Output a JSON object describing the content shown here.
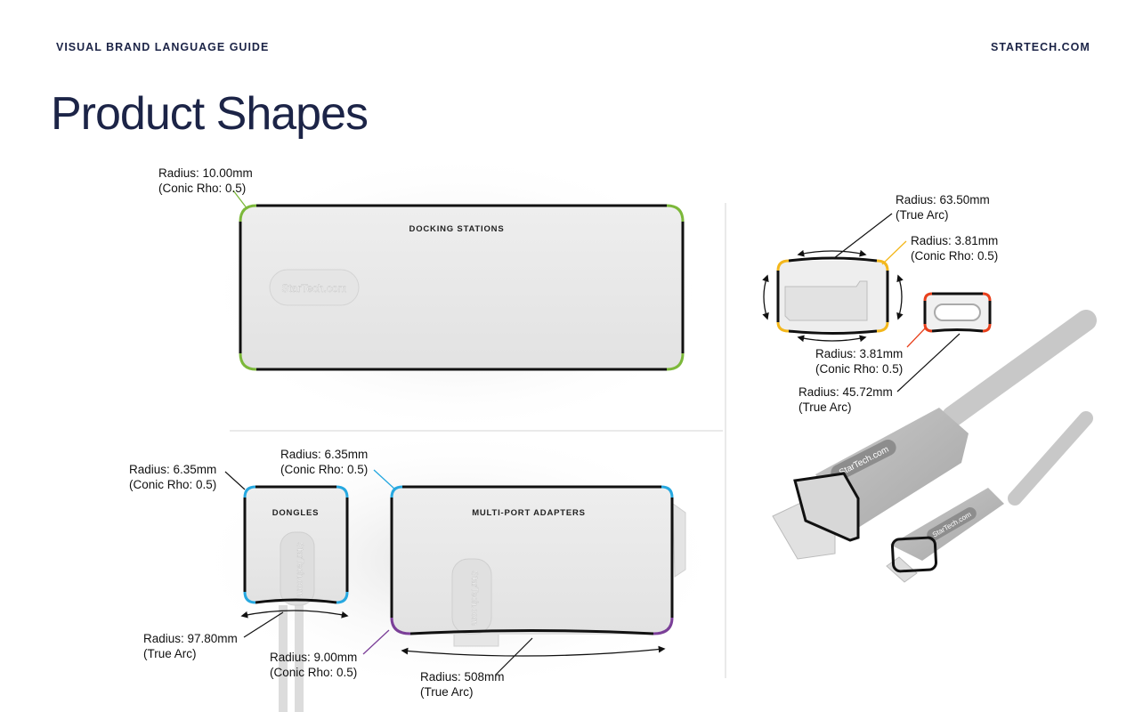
{
  "header": {
    "left": "VISUAL BRAND LANGUAGE GUIDE",
    "right": "STARTECH.COM"
  },
  "page_title": "Product Shapes",
  "categories": {
    "docking": "DOCKING STATIONS",
    "dongles": "DONGLES",
    "multiport": "MULTI-PORT ADAPTERS"
  },
  "brand_logo": "StarTech.com",
  "callouts": {
    "dock_corner": {
      "line1": "Radius: 10.00mm",
      "line2": "(Conic Rho: 0.5)"
    },
    "dongle_corner": {
      "line1": "Radius: 6.35mm",
      "line2": "(Conic Rho: 0.5)"
    },
    "dongle_bottom": {
      "line1": "Radius: 97.80mm",
      "line2": "(True Arc)"
    },
    "mpa_corner": {
      "line1": "Radius: 6.35mm",
      "line2": "(Conic Rho: 0.5)"
    },
    "mpa_bottom_corner": {
      "line1": "Radius: 9.00mm",
      "line2": "(Conic Rho: 0.5)"
    },
    "mpa_bottom": {
      "line1": "Radius: 508mm",
      "line2": "(True Arc)"
    },
    "cable_top": {
      "line1": "Radius: 63.50mm",
      "line2": "(True Arc)"
    },
    "cable_corner": {
      "line1": "Radius: 3.81mm",
      "line2": "(Conic Rho: 0.5)"
    },
    "usbc_corner": {
      "line1": "Radius: 3.81mm",
      "line2": "(Conic Rho: 0.5)"
    },
    "usbc_bottom": {
      "line1": "Radius: 45.72mm",
      "line2": "(True Arc)"
    }
  },
  "colors": {
    "green": "#7cb83a",
    "blue": "#26a8e0",
    "purple": "#7b3f98",
    "yellow": "#f3b71c",
    "red": "#e8401c",
    "navy": "#1c2447"
  }
}
